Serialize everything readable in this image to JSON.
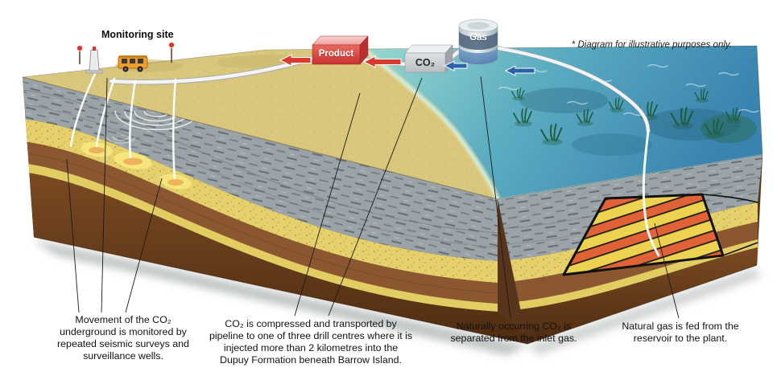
{
  "disclaimer": "* Diagram for illustrative purposes only.",
  "labels": {
    "monitoring_site": "Monitoring site",
    "product": "Product",
    "co2": "CO₂",
    "gas": "Gas"
  },
  "captions": [
    "Movement of the CO₂ underground is monitored by repeated seismic surveys and surveillance wells.",
    "CO₂ is compressed and transported by pipeline to one of three drill centres where it is injected more than 2 kilometres into the Dupuy Formation beneath Barrow Island.",
    "Naturally occurring CO₂ is separated from the inlet gas.",
    "Natural gas is fed from the reservoir to the plant."
  ],
  "colors": {
    "product_red": "#cc3434",
    "gas_blue": "#3a6ea8",
    "ocean_deep": "#2f7fb3",
    "island_sand": "#d8c77c",
    "sand_layer": "#e5d06c",
    "shale_gray": "#9aa4a8",
    "brown_layer": "#8a5731",
    "reservoir_orange": "#e06236",
    "reservoir_yellow": "#ecd24e",
    "truck_orange": "#ef9d2c",
    "marker_red": "#e33422"
  }
}
